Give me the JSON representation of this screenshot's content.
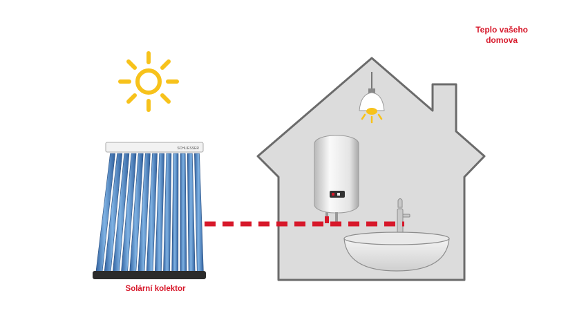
{
  "header": {
    "tagline_line1": "Teplo vašeho",
    "tagline_line2": "domova"
  },
  "collector": {
    "label": "Solární kolektor",
    "brand": "SCHLIESSER",
    "tube_count": 13
  },
  "colors": {
    "accent": "#d7182a",
    "sun": "#f7c21b",
    "house_fill": "#dcdcdc",
    "house_stroke": "#6b6b6b",
    "tube": "#4f86c3"
  },
  "icons": [
    "sun-icon",
    "lamp-icon",
    "faucet-icon"
  ]
}
